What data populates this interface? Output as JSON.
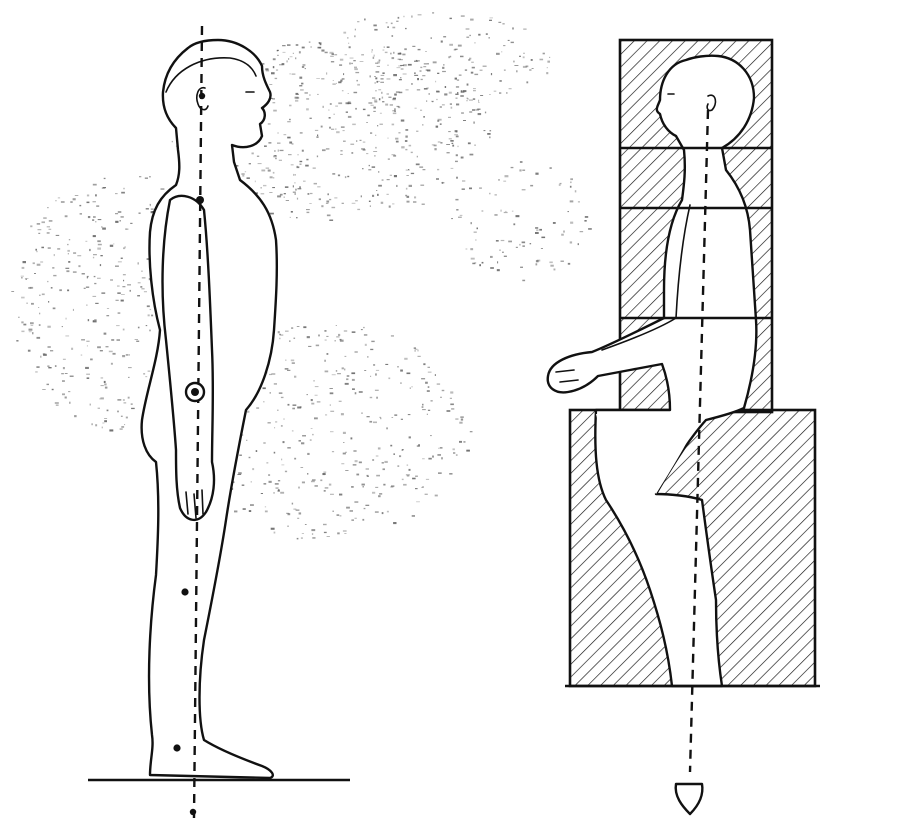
{
  "figure": {
    "description_free": true,
    "colors": {
      "ink": "#111111",
      "paper": "#ffffff",
      "speckle": "#5a5a5a"
    },
    "left_figure": {
      "name": "standing-man-profile",
      "plumb_line": "dashed",
      "joint_markers": 6
    },
    "right_figure": {
      "name": "seated-block-figure",
      "plumb_line": "dashed",
      "bob": "plumb-bob",
      "horizontal_divisions": 3
    }
  }
}
